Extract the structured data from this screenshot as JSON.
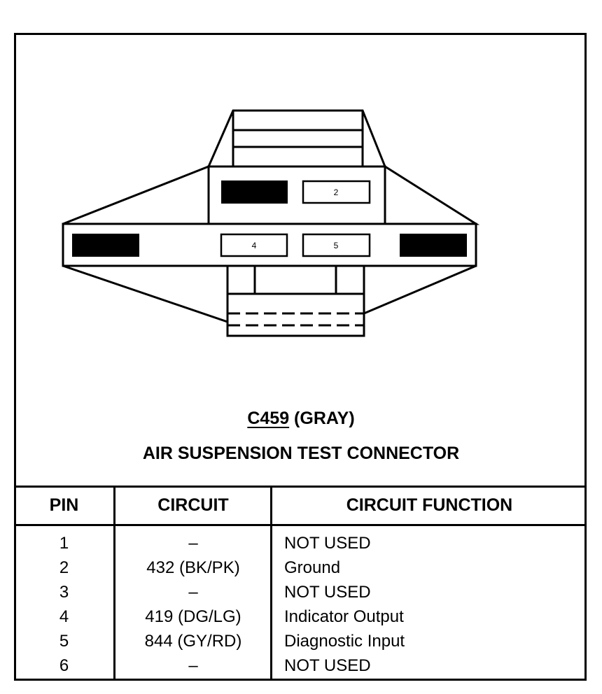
{
  "connector": {
    "id": "C459",
    "color_label": " (GRAY)",
    "description": "AIR SUSPENSION TEST CONNECTOR",
    "cavity_labels": [
      "2",
      "4",
      "5"
    ]
  },
  "table": {
    "headers": {
      "pin": "PIN",
      "circuit": "CIRCUIT",
      "function": "CIRCUIT FUNCTION"
    },
    "rows": [
      {
        "pin": "1",
        "circuit": "–",
        "function": "NOT USED"
      },
      {
        "pin": "2",
        "circuit": "432 (BK/PK)",
        "function": "Ground"
      },
      {
        "pin": "3",
        "circuit": "–",
        "function": "NOT USED"
      },
      {
        "pin": "4",
        "circuit": "419 (DG/LG)",
        "function": "Indicator Output"
      },
      {
        "pin": "5",
        "circuit": "844 (GY/RD)",
        "function": "Diagnostic Input"
      },
      {
        "pin": "6",
        "circuit": "–",
        "function": "NOT USED"
      }
    ]
  }
}
